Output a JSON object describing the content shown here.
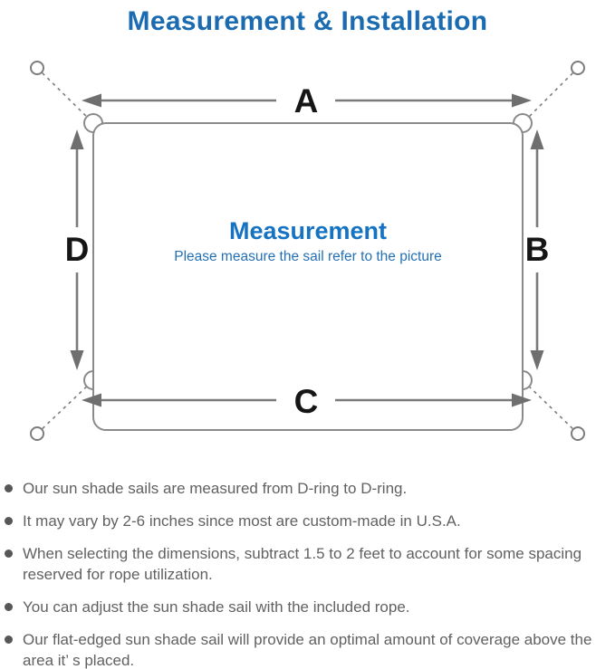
{
  "header": {
    "title": "Measurement & Installation"
  },
  "diagram": {
    "labels": {
      "a": "A",
      "b": "B",
      "c": "C",
      "d": "D"
    },
    "center_title": "Measurement",
    "center_subtitle": "Please measure the sail refer to the picture"
  },
  "notes": {
    "items": [
      "Our sun shade sails are measured from D-ring to D-ring.",
      "It may vary by 2-6 inches since most are custom-made in U.S.A.",
      "When selecting the dimensions, subtract 1.5 to 2 feet to account for some spacing reserved for rope utilization.",
      "You can adjust the sun shade sail with the included rope.",
      "Our flat-edged sun shade sail will provide an optimal amount of coverage above the area it’ s placed."
    ]
  },
  "colors": {
    "title_blue": "#1b6bb1",
    "center_blue": "#1573c2",
    "line_gray": "#7a7a7a",
    "label_black": "#161616",
    "note_gray": "#616161"
  }
}
